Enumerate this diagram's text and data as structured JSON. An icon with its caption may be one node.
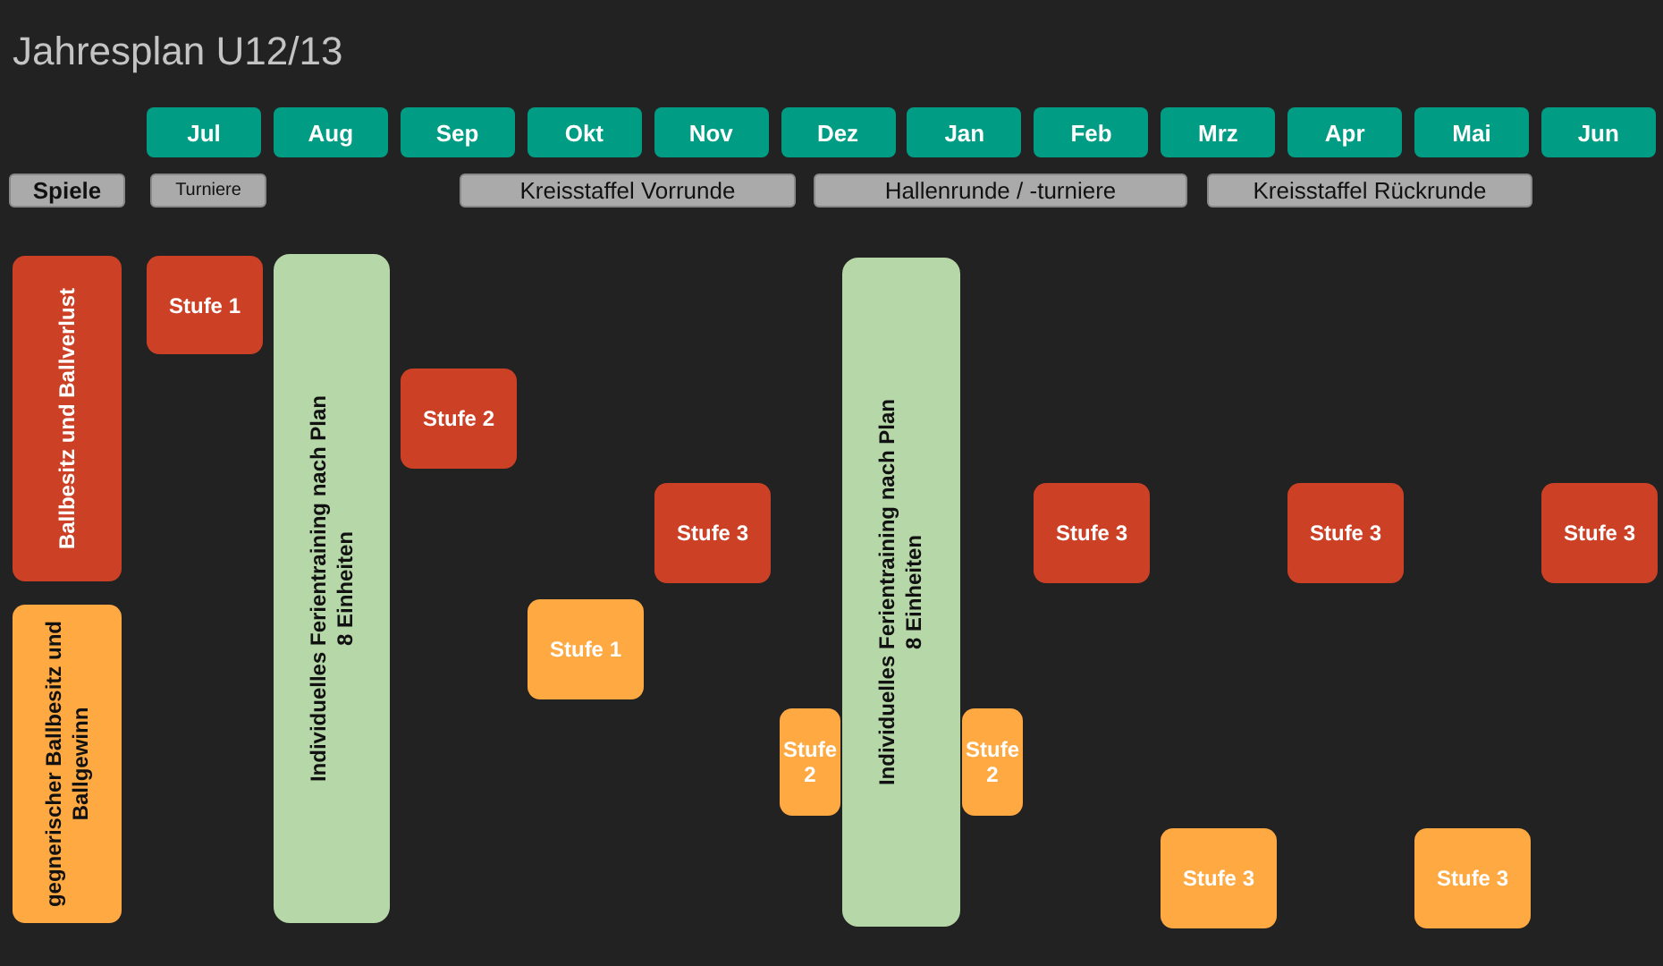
{
  "diagram": {
    "title": "Jahresplan U12/13",
    "nodes": [
      {
        "text": [
          "Jul"
        ]
      },
      {
        "text": [
          "Aug"
        ]
      },
      {
        "text": [
          "Sep"
        ]
      },
      {
        "text": [
          "Okt"
        ]
      },
      {
        "text": [
          "Nov"
        ]
      },
      {
        "text": [
          "Dez"
        ]
      },
      {
        "text": [
          "Jan"
        ]
      },
      {
        "text": [
          "Feb"
        ]
      },
      {
        "text": [
          "Mrz"
        ]
      },
      {
        "text": [
          "Apr"
        ]
      },
      {
        "text": [
          "Mai"
        ]
      },
      {
        "text": [
          "Jun"
        ]
      },
      {
        "text": [
          "Spiele"
        ]
      },
      {
        "text": [
          "Turniere"
        ]
      },
      {
        "text": [
          "Kreisstaffel Vorrunde"
        ]
      },
      {
        "text": [
          "Hallenrunde / -turniere"
        ]
      },
      {
        "text": [
          "Kreisstaffel Rückrunde"
        ]
      },
      {
        "text": [
          "Ballbesitz und Ballverlust"
        ]
      },
      {
        "text": [
          "gegnerischer Ballbesitz und Ballgewinn"
        ]
      },
      {
        "text": [
          "Stufe 1"
        ]
      },
      {
        "text": [
          "Individuelles Ferientraining nach Plan",
          "8 Einheiten"
        ]
      },
      {
        "text": [
          "Stufe 2"
        ]
      },
      {
        "text": [
          "Stufe 1"
        ]
      },
      {
        "text": [
          "Stufe 3"
        ]
      },
      {
        "text": [
          "Stufe 2"
        ]
      },
      {
        "text": [
          "Individuelles Ferientraining nach Plan",
          "8 Einheiten"
        ]
      },
      {
        "text": [
          "Stufe 2"
        ]
      },
      {
        "text": [
          "Stufe 3"
        ]
      },
      {
        "text": [
          "Stufe 3"
        ]
      },
      {
        "text": [
          "Stufe 3"
        ]
      },
      {
        "text": [
          "Stufe 3"
        ]
      },
      {
        "text": [
          "Stufe 3"
        ]
      }
    ]
  }
}
